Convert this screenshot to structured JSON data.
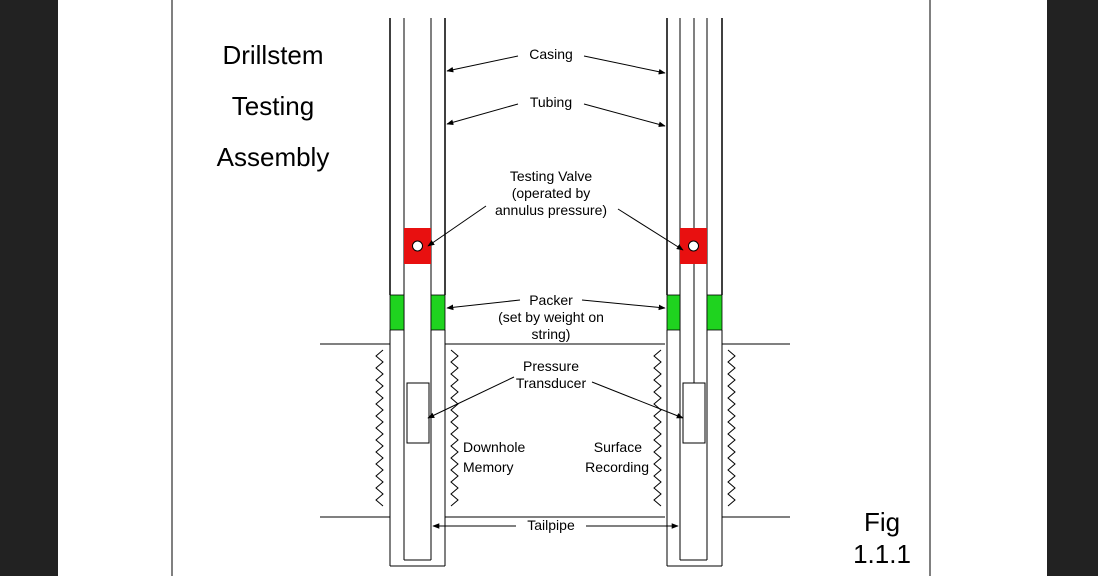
{
  "title_lines": [
    "Drillstem",
    "Testing",
    "Assembly"
  ],
  "labels": {
    "casing": "Casing",
    "tubing": "Tubing",
    "testing_valve": [
      "Testing Valve",
      "(operated by",
      "annulus pressure)"
    ],
    "packer": [
      "Packer",
      "(set by weight on",
      "string)"
    ],
    "pressure_transducer": [
      "Pressure",
      "Transducer"
    ],
    "downhole_memory": [
      "Downhole",
      "Memory"
    ],
    "surface_recording": [
      "Surface",
      "Recording"
    ],
    "tailpipe": "Tailpipe"
  },
  "figure_number": [
    "Fig",
    "1.1.1"
  ],
  "colors": {
    "valve": "#e81010",
    "packer": "#1fd31f",
    "background": "#222222",
    "page": "#ffffff"
  }
}
